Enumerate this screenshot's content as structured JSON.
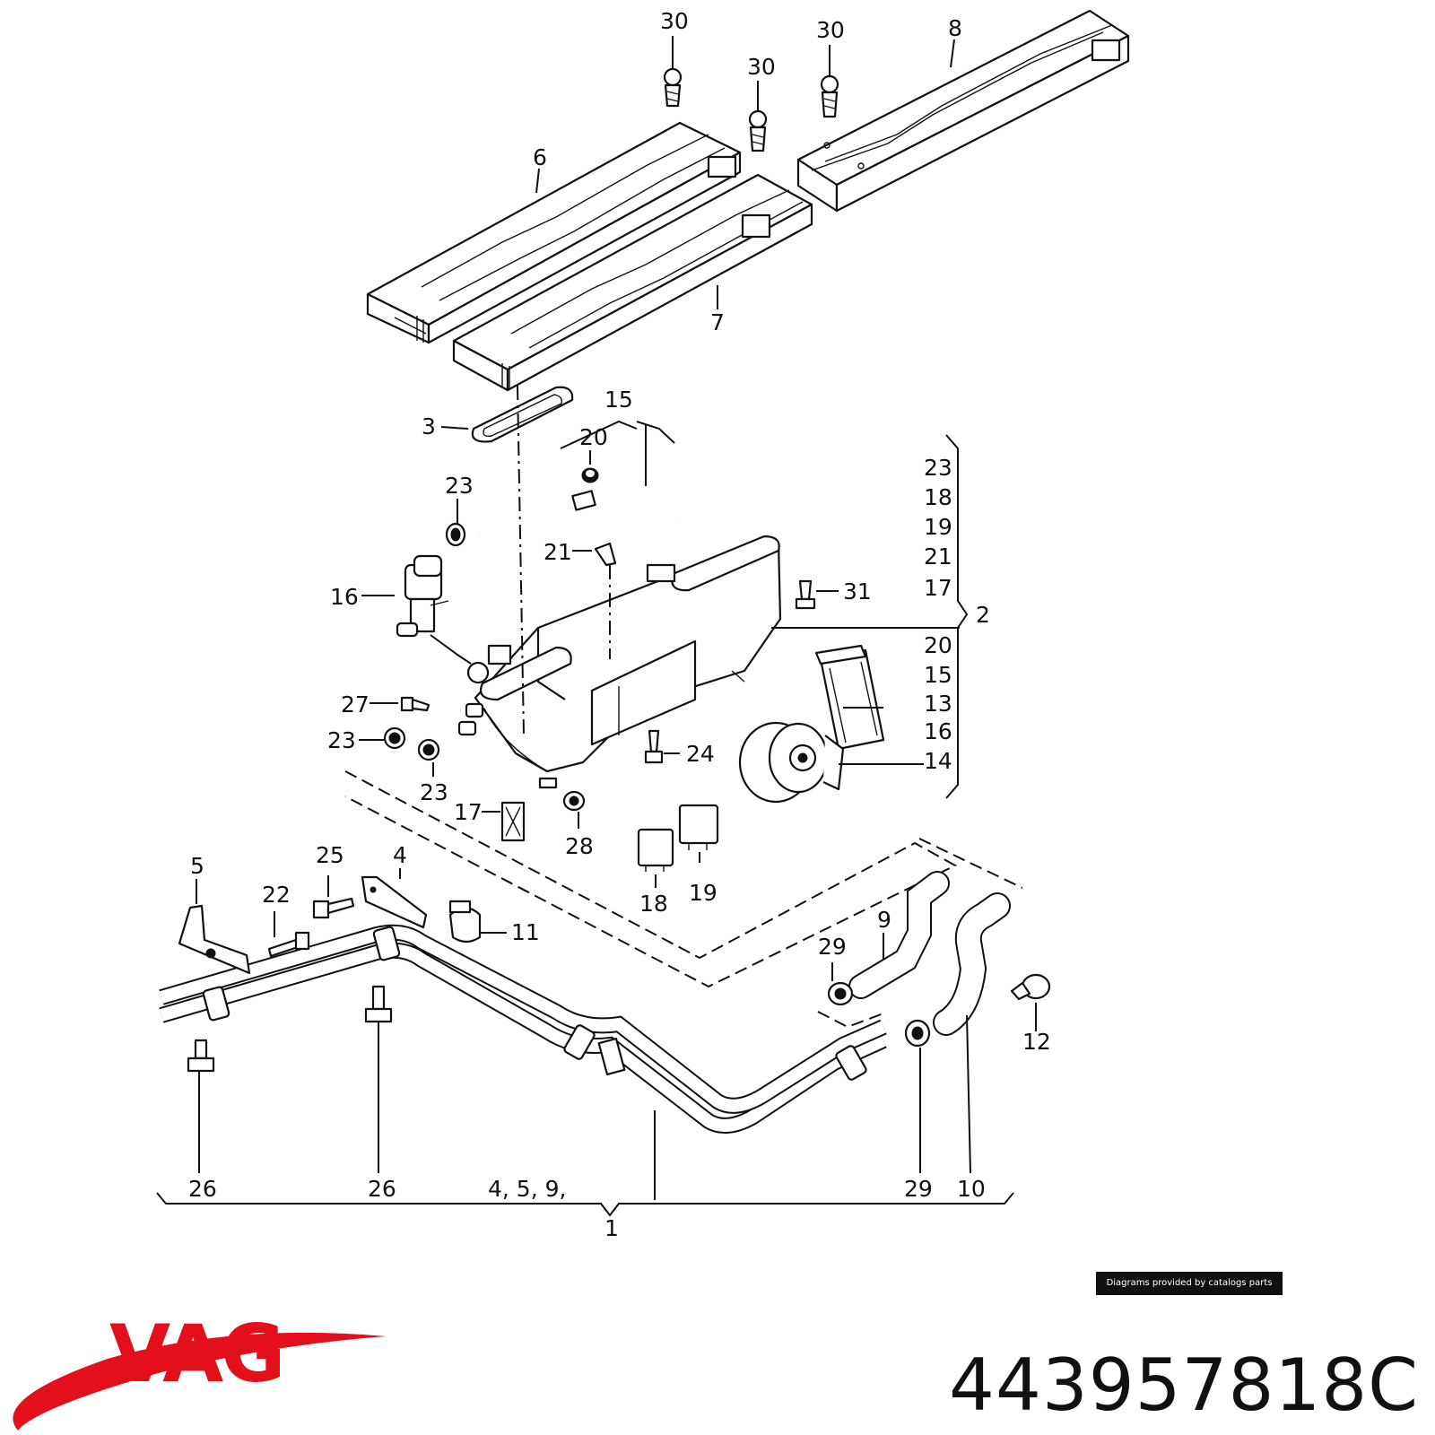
{
  "diagram": {
    "callouts": {
      "c30a": "30",
      "c30b": "30",
      "c30c": "30",
      "c8": "8",
      "c6": "6",
      "c7": "7",
      "c3": "3",
      "c15": "15",
      "c20": "20",
      "c23a": "23",
      "c21": "21",
      "c16": "16",
      "c31": "31",
      "c27": "27",
      "c23b": "23",
      "c23c": "23",
      "c24": "24",
      "c17": "17",
      "c28": "28",
      "c18": "18",
      "c19": "19",
      "c5": "5",
      "c25": "25",
      "c4": "4",
      "c22": "22",
      "c11": "11",
      "c29a": "29",
      "c9": "9",
      "c12": "12",
      "c26a": "26",
      "c26b": "26",
      "c459": "4, 5, 9,",
      "c29b": "29",
      "c10": "10",
      "c1": "1",
      "c2": "2"
    },
    "group_2_list": [
      "23",
      "18",
      "19",
      "21",
      "17",
      "20",
      "15",
      "13",
      "16",
      "14"
    ]
  },
  "footer": {
    "credit": "Diagrams provided by catalogs parts",
    "brand": "VAG",
    "part_number": "443957818C"
  },
  "colors": {
    "brand_red": "#e3101c",
    "ink": "#111111",
    "badge_bg": "#111111"
  }
}
